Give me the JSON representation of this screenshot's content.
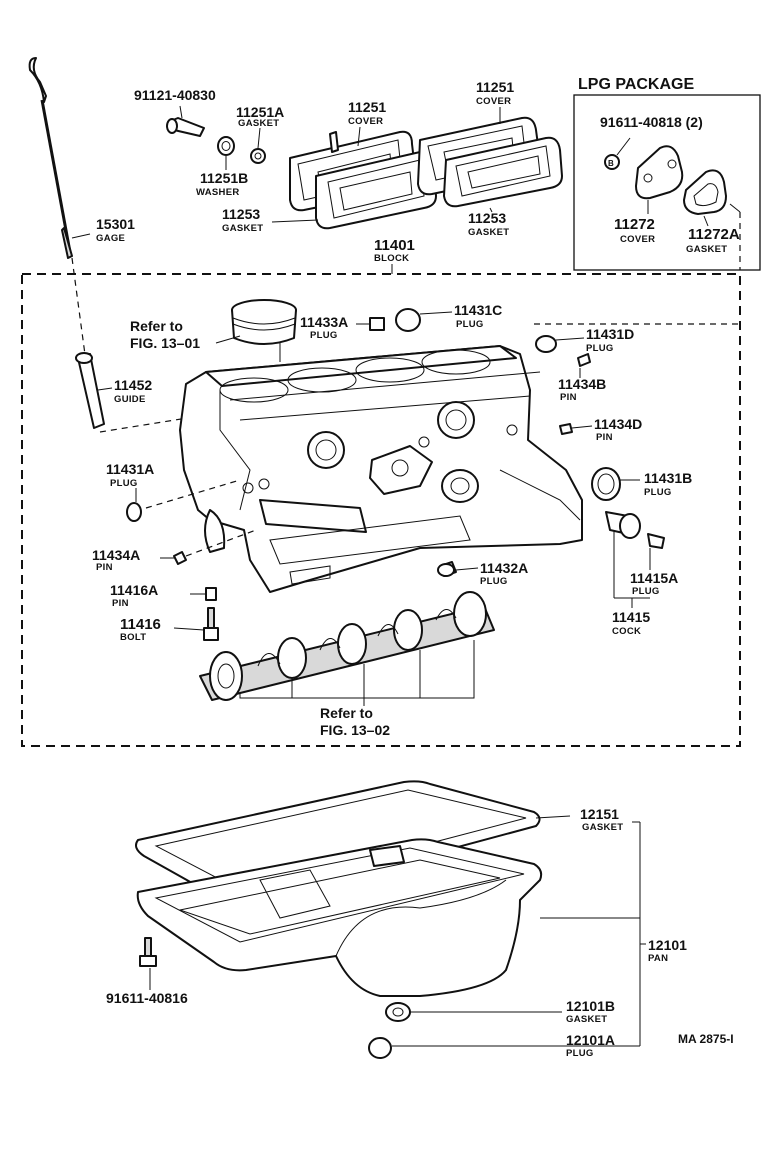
{
  "lpg_package": {
    "title": "LPG PACKAGE"
  },
  "figure_code": "MA 2875-I",
  "refs": {
    "piston": {
      "line1": "Refer to",
      "line2": "FIG. 13–01"
    },
    "camshaft": {
      "line1": "Refer to",
      "line2": "FIG. 13–02"
    }
  },
  "parts": {
    "p91121": {
      "number": "91121-40830",
      "name": ""
    },
    "p11251A": {
      "number": "11251A",
      "name": "GASKET"
    },
    "p11251_left": {
      "number": "11251",
      "name": "COVER"
    },
    "p11251_right": {
      "number": "11251",
      "name": "COVER"
    },
    "p11251B": {
      "number": "11251B",
      "name": "WASHER"
    },
    "p11253_left": {
      "number": "11253",
      "name": "GASKET"
    },
    "p11253_right": {
      "number": "11253",
      "name": "GASKET"
    },
    "p15301": {
      "number": "15301",
      "name": "GAGE"
    },
    "p91611_lpg": {
      "number": "91611-40818 (2)",
      "name": ""
    },
    "p11272": {
      "number": "11272",
      "name": "COVER"
    },
    "p11272A": {
      "number": "11272A",
      "name": "GASKET"
    },
    "p11401": {
      "number": "11401",
      "name": "BLOCK"
    },
    "p11433A": {
      "number": "11433A",
      "name": "PLUG"
    },
    "p11431C": {
      "number": "11431C",
      "name": "PLUG"
    },
    "p11431D": {
      "number": "11431D",
      "name": "PLUG"
    },
    "p11452": {
      "number": "11452",
      "name": "GUIDE"
    },
    "p11434B": {
      "number": "11434B",
      "name": "PIN"
    },
    "p11434D": {
      "number": "11434D",
      "name": "PIN"
    },
    "p11431A": {
      "number": "11431A",
      "name": "PLUG"
    },
    "p11431B": {
      "number": "11431B",
      "name": "PLUG"
    },
    "p11434A": {
      "number": "11434A",
      "name": "PIN"
    },
    "p11432A": {
      "number": "11432A",
      "name": "PLUG"
    },
    "p11415A": {
      "number": "11415A",
      "name": "PLUG"
    },
    "p11416A": {
      "number": "11416A",
      "name": "PIN"
    },
    "p11416": {
      "number": "11416",
      "name": "BOLT"
    },
    "p11415": {
      "number": "11415",
      "name": "COCK"
    },
    "p12151": {
      "number": "12151",
      "name": "GASKET"
    },
    "p12101": {
      "number": "12101",
      "name": "PAN"
    },
    "p91611_pan": {
      "number": "91611-40816",
      "name": ""
    },
    "p12101B": {
      "number": "12101B",
      "name": "GASKET"
    },
    "p12101A": {
      "number": "12101A",
      "name": "PLUG"
    }
  },
  "colors": {
    "ink": "#111111",
    "paper": "#ffffff",
    "shade": "#d9d9d9"
  }
}
